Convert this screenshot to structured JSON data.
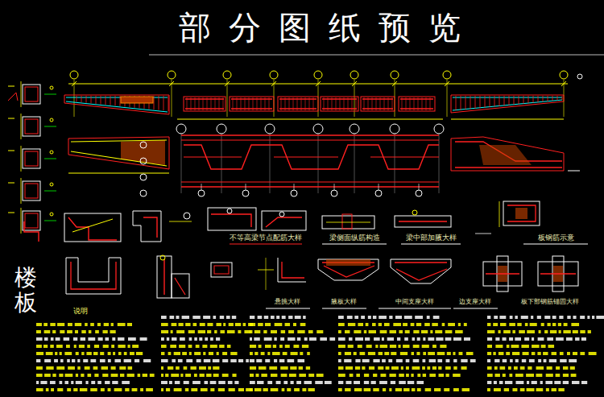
{
  "diagram": {
    "title": "部分图纸预览",
    "labels": [
      "楼板",
      "说明",
      "不等高梁节点配筋大样",
      "梁侧面纵筋构造",
      "梁中部加腋大样",
      "板钢筋示意",
      "悬挑大样",
      "腋板大样",
      "中间支座大样",
      "边支座大样",
      "板下部钢筋锚固大样"
    ]
  }
}
